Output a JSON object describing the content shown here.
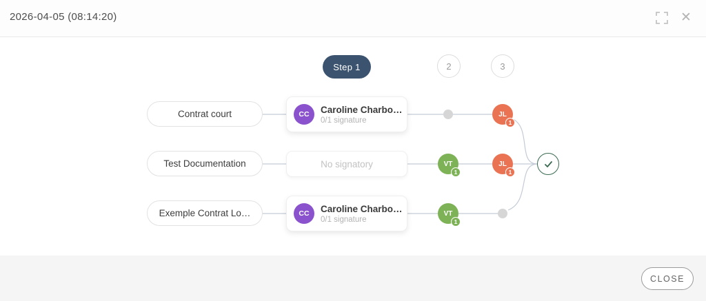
{
  "header": {
    "title": "2026-04-05 (08:14:20)"
  },
  "icons": {
    "close_icon": "✕"
  },
  "steps": [
    {
      "label": "Step 1",
      "active": true
    },
    {
      "label": "2",
      "active": false
    },
    {
      "label": "3",
      "active": false
    }
  ],
  "rows": [
    {
      "document": "Contrat court",
      "signer": {
        "initials": "CC",
        "name": "Caroline Charbo…",
        "status": "0/1 signature"
      },
      "nodes": [
        {
          "type": "dot"
        },
        {
          "type": "avatar",
          "initials": "JL",
          "color": "#e97353",
          "badge": "1"
        }
      ]
    },
    {
      "document": "Test Documentation",
      "signer": {
        "empty_label": "No signatory"
      },
      "nodes": [
        {
          "type": "avatar",
          "initials": "VT",
          "color": "#7eb257",
          "badge": "1"
        },
        {
          "type": "avatar",
          "initials": "JL",
          "color": "#e97353",
          "badge": "1"
        }
      ]
    },
    {
      "document": "Exemple Contrat Lo…",
      "signer": {
        "initials": "CC",
        "name": "Caroline Charbo…",
        "status": "0/1 signature"
      },
      "nodes": [
        {
          "type": "avatar",
          "initials": "VT",
          "color": "#7eb257",
          "badge": "1"
        },
        {
          "type": "dot"
        }
      ]
    }
  ],
  "avatar_colors": {
    "cc": "#8a52cc",
    "jl": "#e97353",
    "vt": "#7eb257"
  },
  "theme": {
    "step_active": "#3b536f",
    "check_green": "#38694f",
    "wire": "#c3cad5"
  },
  "footer": {
    "close_label": "CLOSE"
  }
}
